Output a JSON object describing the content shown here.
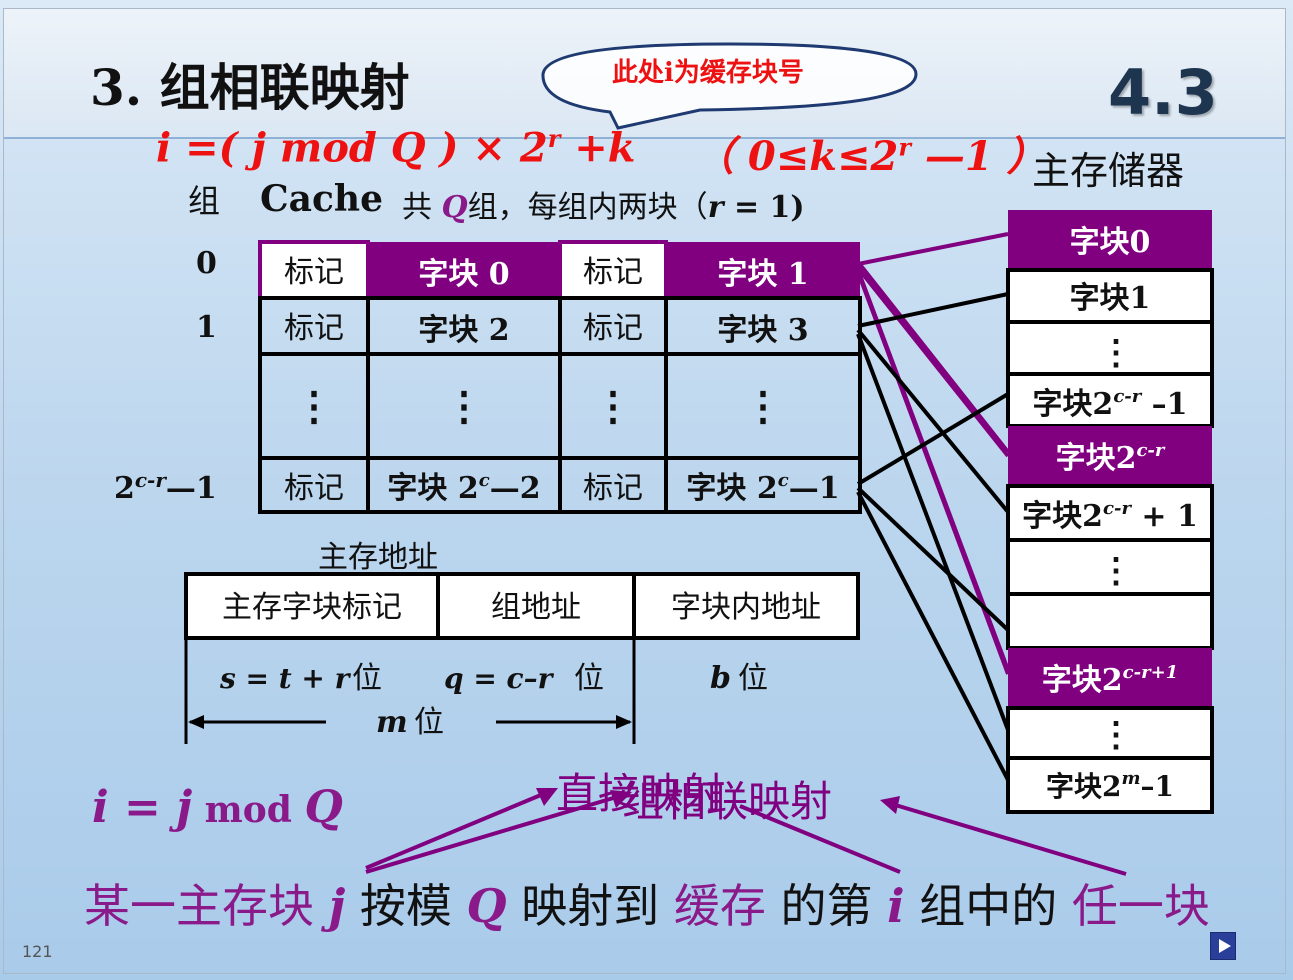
{
  "title": "3. 组相联映射",
  "section": "4.3",
  "bubble": "此处i为缓存块号",
  "formula": {
    "head": "i =( j mod Q ) × 2",
    "sup1": "r",
    "tail": " +k",
    "range_head": "（ 0≤k≤2",
    "sup2": "r",
    "range_tail": " —1 ）"
  },
  "cache_header": {
    "group_label": "组",
    "cache": "Cache",
    "desc_a": "共",
    "Q": "Q",
    "desc_b": "组，每组内两块（",
    "r_eq": "r",
    "desc_c": " = 1)"
  },
  "groups": {
    "g0": "0",
    "g1": "1",
    "glast_base": "2",
    "glast_sup": "c-r",
    "glast_tail": "—1"
  },
  "cache_rows": {
    "tag": "标记",
    "r0_b0": "字块 0",
    "r0_b1": "字块 1",
    "r1_b0": "字块 2",
    "r1_b1": "字块 3",
    "dots": "⋮",
    "rl_b0_base": "字块 2",
    "rl_b0_sup": "c",
    "rl_b0_tail": "—2",
    "rl_b1_base": "字块 2",
    "rl_b1_sup": "c",
    "rl_b1_tail": "—1"
  },
  "main_memory": {
    "label": "主存储器",
    "b0": "字块0",
    "b1": "字块1",
    "dots": "⋮",
    "b3_base": "字块2",
    "b3_sup": "c-r",
    "b3_tail": " –1",
    "b4_base": "字块2",
    "b4_sup": "c-r",
    "b5_base": "字块2",
    "b5_sup": "c-r",
    "b5_tail": " + 1",
    "b8_base": "字块2",
    "b8_sup": "c-r+1",
    "blast_base": "字块2",
    "blast_sup": "m",
    "blast_tail": "–1"
  },
  "address": {
    "label": "主存地址",
    "f1": "主存字块标记",
    "f2": "组地址",
    "f3": "字块内地址",
    "s_eq": "s = t + r",
    "q_eq": "q = c–r",
    "b_var": "b",
    "bits": "位",
    "m_var": "m"
  },
  "bottom": {
    "i_eq_a": "i = j",
    "mod": " mod ",
    "i_eq_Q": "Q",
    "direct": "直接映射",
    "set_assoc": "组相联映射",
    "s1": "某一主存块",
    "j": "j",
    "s2": "按模",
    "Q": "Q",
    "s3": "映射到",
    "cache_word": "缓存",
    "s4": "的第",
    "i": "i",
    "s5": "组中的",
    "any_block": "任一块"
  },
  "page_number": "121",
  "colors": {
    "purple": "#800080",
    "red": "#ee1111",
    "title_num": "#1e3550"
  }
}
